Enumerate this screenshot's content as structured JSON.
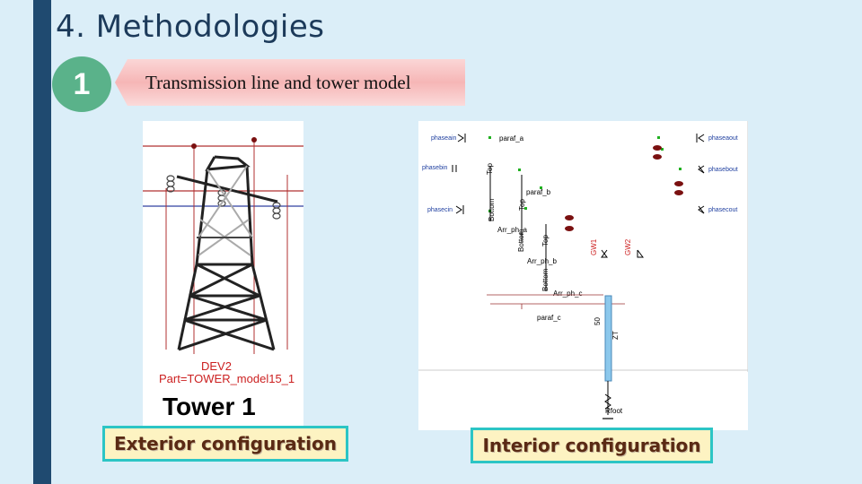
{
  "slide": {
    "title": "4. Methodologies",
    "step_number": "1",
    "step_heading": "Transmission line and tower model"
  },
  "exterior": {
    "caption": "Exterior configuration",
    "dev_label": "DEV2",
    "part_label": "Part=TOWER_model15_1",
    "tower_label": "Tower 1"
  },
  "interior": {
    "caption": "Interior configuration",
    "ports": [
      "phaseain",
      "phasebin",
      "phasecin",
      "phaseaout",
      "phasebout",
      "phasecout"
    ],
    "labels": {
      "paraf_a": "paraf_a",
      "paraf_b": "paraf_b",
      "paraf_c": "paraf_c",
      "arr_ph_a": "Arr_ph_a",
      "arr_ph_b": "Arr_ph_b",
      "arr_ph_c": "Arr_ph_c",
      "top": "Top",
      "bottom": "Bottom",
      "gw1": "GW1",
      "gw2": "GW2",
      "rfoot": "Rfoot",
      "value_50": "50",
      "value_zt": "ZT"
    }
  },
  "colors": {
    "background": "#dbeef8",
    "left_bar": "#1f4a70",
    "badge": "#5ab28a",
    "banner": "#f6b6b6",
    "caption_border": "#2cc5c5",
    "caption_fill": "#fdf3c2",
    "caption_text": "#5a2a14"
  }
}
